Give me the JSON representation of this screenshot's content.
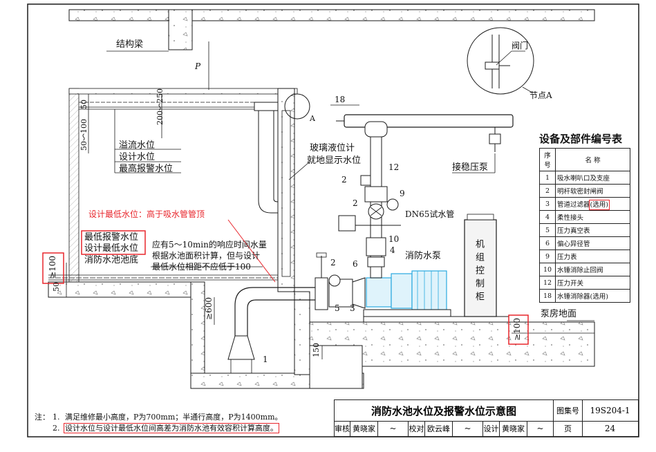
{
  "labels": {
    "structural_beam": "结构梁",
    "p_symbol": "P",
    "dim_50": "50",
    "dim_50_100": "50～100",
    "dim_200_250": "200～250",
    "overflow_level": "溢流水位",
    "design_level": "设计水位",
    "max_alarm_level": "最高报警水位",
    "glass_gauge": "玻璃液位计",
    "local_display": "就地显示水位",
    "node_a_ref": "A",
    "pipe_18": "18",
    "valve": "阀门",
    "node_a": "节点A",
    "stabilizer_pump": "接稳压泵",
    "item_2a": "2",
    "item_12": "12",
    "item_9": "9",
    "item_2b": "2",
    "item_1": "1",
    "item_10": "10",
    "item_4": "4",
    "item_6": "6",
    "item_2c": "2",
    "item_5": "5",
    "item_3": "3",
    "test_pipe": "DN65试水管",
    "min_design_note": "设计最低水位：高于吸水管管顶",
    "min_alarm_level": "最低报警水位",
    "design_min_level": "设计最低水位",
    "pool_bottom": "消防水池池底",
    "note_line1": "应有5～10min的响应时间水量",
    "note_line2": "根据水池面积计算，但与设计",
    "note_line3": "最低水位相距不应低于100",
    "dim_ge100": "≥100",
    "dim_50_left": "50",
    "dim_ge600": "≥600",
    "dim_150": "150",
    "dim_ge100_right": "≥100",
    "fire_pump": "消防水泵",
    "control_cabinet": "机组控制柜",
    "pump_room_floor": "泵房地面"
  },
  "table": {
    "title": "设备及部件编号表",
    "headers": [
      "序号",
      "名 称"
    ],
    "rows": [
      {
        "no": "1",
        "name": "吸水喇叭口及支座"
      },
      {
        "no": "2",
        "name": "明杆软密封闸阀"
      },
      {
        "no": "3",
        "name": "管道过滤器",
        "opt": "(选用)"
      },
      {
        "no": "4",
        "name": "柔性接头"
      },
      {
        "no": "5",
        "name": "压力真空表"
      },
      {
        "no": "6",
        "name": "偏心异径管"
      },
      {
        "no": "9",
        "name": "压力表"
      },
      {
        "no": "10",
        "name": "水锤消除止回阀"
      },
      {
        "no": "12",
        "name": "压力开关"
      },
      {
        "no": "18",
        "name": "水锤消除器(选用)"
      }
    ]
  },
  "notes": {
    "prefix": "注：",
    "n1_num": "1.",
    "n1": "满足维修最小高度，P为700mm；半通行高度，P为1400mm。",
    "n2_num": "2.",
    "n2": "设计水位与设计最低水位间高差为消防水池有效容积计算高度。"
  },
  "title_block": {
    "title": "消防水池水位及报警水位示意图",
    "atlas_label": "图集号",
    "atlas_no": "19S204-1",
    "review_label": "审核",
    "reviewer": "黄晓家",
    "check_label": "校对",
    "checker": "欧云峰",
    "design_label": "设计",
    "designer": "黄晓家",
    "page_label": "页",
    "page_no": "24"
  },
  "colors": {
    "line": "#1a1a1a",
    "annotation_red": "#e8262c",
    "pump_cyan": "#29a9e0",
    "cabinet_fill": "#f4f4f4"
  }
}
